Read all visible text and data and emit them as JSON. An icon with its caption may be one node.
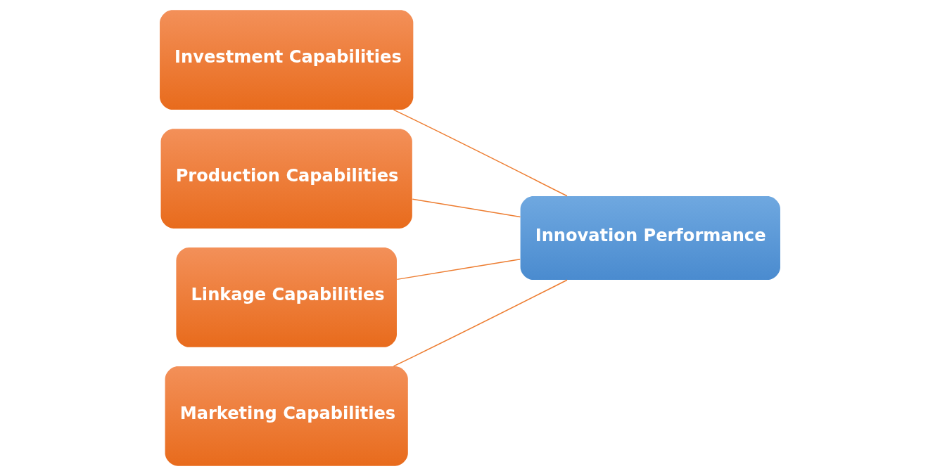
{
  "diagram": {
    "nodes": [
      {
        "text": [
          "Investment Capabilities"
        ]
      },
      {
        "text": [
          "Production Capabilities"
        ]
      },
      {
        "text": [
          "Linkage Capabilities"
        ]
      },
      {
        "text": [
          "Marketing Capabilities"
        ]
      },
      {
        "text": [
          "Innovation Performance"
        ]
      }
    ],
    "edges": [
      {
        "from": 0,
        "to": 4,
        "arrow": "none"
      },
      {
        "from": 1,
        "to": 4,
        "arrow": "none"
      },
      {
        "from": 2,
        "to": 4,
        "arrow": "none"
      },
      {
        "from": 3,
        "to": 4,
        "arrow": "none"
      }
    ]
  }
}
